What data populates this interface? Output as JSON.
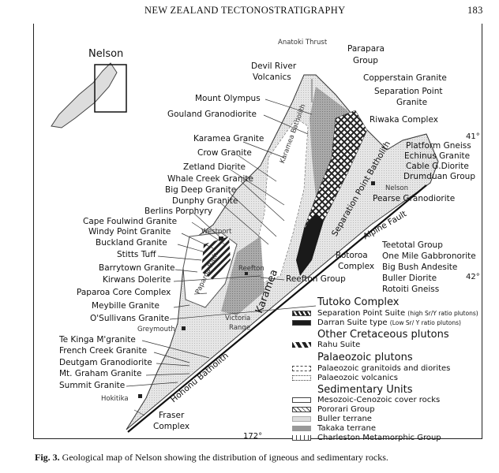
{
  "header": {
    "title": "NEW ZEALAND TECTONOSTRATIGRAPHY",
    "page_number": "183"
  },
  "inset": {
    "title": "Nelson"
  },
  "labels": {
    "anatoki_thrust": "Anatoki Thrust",
    "devil_river_1": "Devil River",
    "devil_river_2": "Volcanics",
    "parapara_1": "Parapara",
    "parapara_2": "Group",
    "copperstain": "Copperstain Granite",
    "sep_point_1": "Separation Point",
    "sep_point_2": "Granite",
    "riwaka": "Riwaka Complex",
    "mount_olympus": "Mount Olympus",
    "gouland": "Gouland Granodiorite",
    "karamea_granite": "Karamea Granite",
    "crow": "Crow Granite",
    "zetland": "Zetland Diorite",
    "whale_creek": "Whale Creek Granite",
    "big_deep": "Big Deep Granite",
    "dunphy": "Dunphy Granite",
    "berlins": "Berlins Porphyry",
    "cape_foulwind": "Cape Foulwind Granite",
    "windy_point": "Windy Point Granite",
    "buckland": "Buckland Granite",
    "stitts": "Stitts Tuff",
    "barrytown": "Barrytown Granite",
    "kirwans": "Kirwans Dolerite",
    "paparoa_core": "Paparoa Core Complex",
    "meybille": "Meybille Granite",
    "osullivans": "O'Sullivans Granite",
    "te_kinga": "Te Kinga M'granite",
    "french_creek": "French Creek Granite",
    "deutgam": "Deutgam Granodiorite",
    "mt_graham": "Mt. Graham Granite",
    "summit": "Summit Granite",
    "fraser_1": "Fraser",
    "fraser_2": "Complex",
    "platform": "Platform Gneiss",
    "echinus": "Echinus Granite",
    "cable": "Cable G.Diorite",
    "drumduan": "Drumduan Group",
    "pearse": "Pearse Granodiorite",
    "teetotal": "Teetotal Group",
    "one_mile": "One Mile Gabbronorite",
    "big_bush": "Big Bush  Andesite",
    "buller_diorite": "Buller Diorite",
    "rotoiti": "Rotoiti Gneiss",
    "rotoroa_1": "Rotoroa",
    "rotoroa_2": "Complex",
    "reefton_group": "Reefton Group"
  },
  "map_text": {
    "karamea_batholith": "Karamea Batholith",
    "sep_point_batholith": "Separation Point Batholith",
    "alpine_fault": "Alpine Fault",
    "hohonu_batholith": "Hohonu Batholith",
    "paparoa_batholith": "Paparoa Bath.",
    "karamea": "Karamea",
    "victoria_1": "Victoria",
    "victoria_2": "Range"
  },
  "towns": {
    "westport": "Westport",
    "reefton": "Reefton",
    "greymouth": "Greymouth",
    "hokitika": "Hokitika",
    "nelson": "Nelson"
  },
  "ticks": {
    "lat41": "41°",
    "lat42": "42°",
    "lon172": "172°"
  },
  "legend": {
    "tutoko": "Tutoko Complex",
    "sep_point_suite": "Separation Point Suite",
    "sep_point_note": "(high Sr/Y ratio plutons)",
    "darran": "Darran Suite type",
    "darran_note": "(Low Sr/ Y ratio plutons)",
    "other_cret": "Other Cretaceous plutons",
    "rahu": "Rahu Suite",
    "palaeo": "Palaeozoic plutons",
    "palaeo_granitoids": "Palaeozoic granitoids and diorites",
    "palaeo_volcanics": "Palaeozoic volcanics",
    "sedimentary": "Sedimentary Units",
    "meso_ceno": "Mesozoic-Cenozoic cover rocks",
    "pororari": "Pororari Group",
    "buller": "Buller terrane",
    "takaka": "Takaka terrane",
    "charleston": "Charleston Metamorphic Group"
  },
  "caption": {
    "label": "Fig. 3.",
    "text": "Geological map of Nelson showing the distribution of igneous and sedimentary rocks."
  }
}
